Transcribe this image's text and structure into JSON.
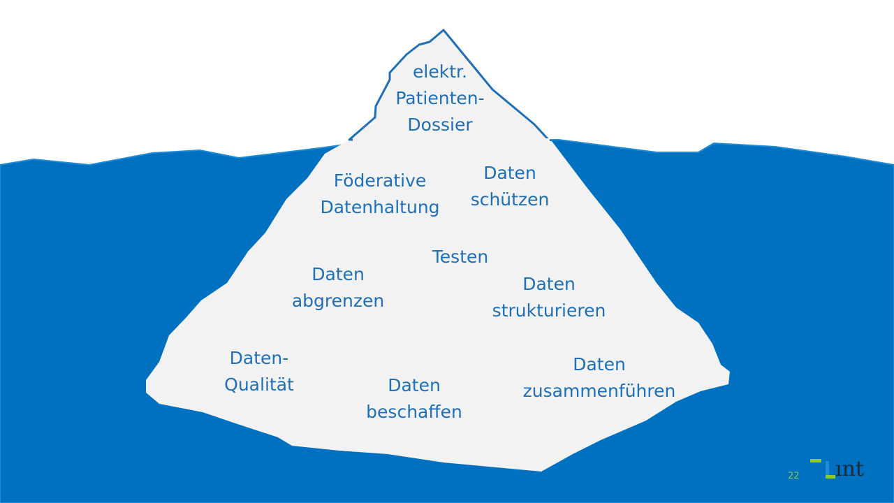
{
  "colors": {
    "water": "#0070c0",
    "water_edge": "#1f8bd6",
    "ice": "#f2f2f2",
    "ice_outline": "#1f6fb8",
    "text": "#1f6fb8",
    "slide_number": "#8dc63f",
    "logo_green": "#8dc63f",
    "logo_blue": "#1f8bd6"
  },
  "labels": {
    "tip": [
      "elektr.",
      "Patienten-",
      "Dossier"
    ],
    "foederative": [
      "Föderative",
      "Datenhaltung"
    ],
    "schuetzen": [
      "Daten",
      "schützen"
    ],
    "testen": [
      "Testen"
    ],
    "abgrenzen": [
      "Daten",
      "abgrenzen"
    ],
    "strukturieren": [
      "Daten",
      "strukturieren"
    ],
    "qualitaet": [
      "Daten-",
      "Qualität"
    ],
    "beschaffen": [
      "Daten",
      "beschaffen"
    ],
    "zusammenfuehren": [
      "Daten",
      "zusammenführen"
    ]
  },
  "footer": {
    "slide_number": "22",
    "logo_text": "ınt"
  }
}
